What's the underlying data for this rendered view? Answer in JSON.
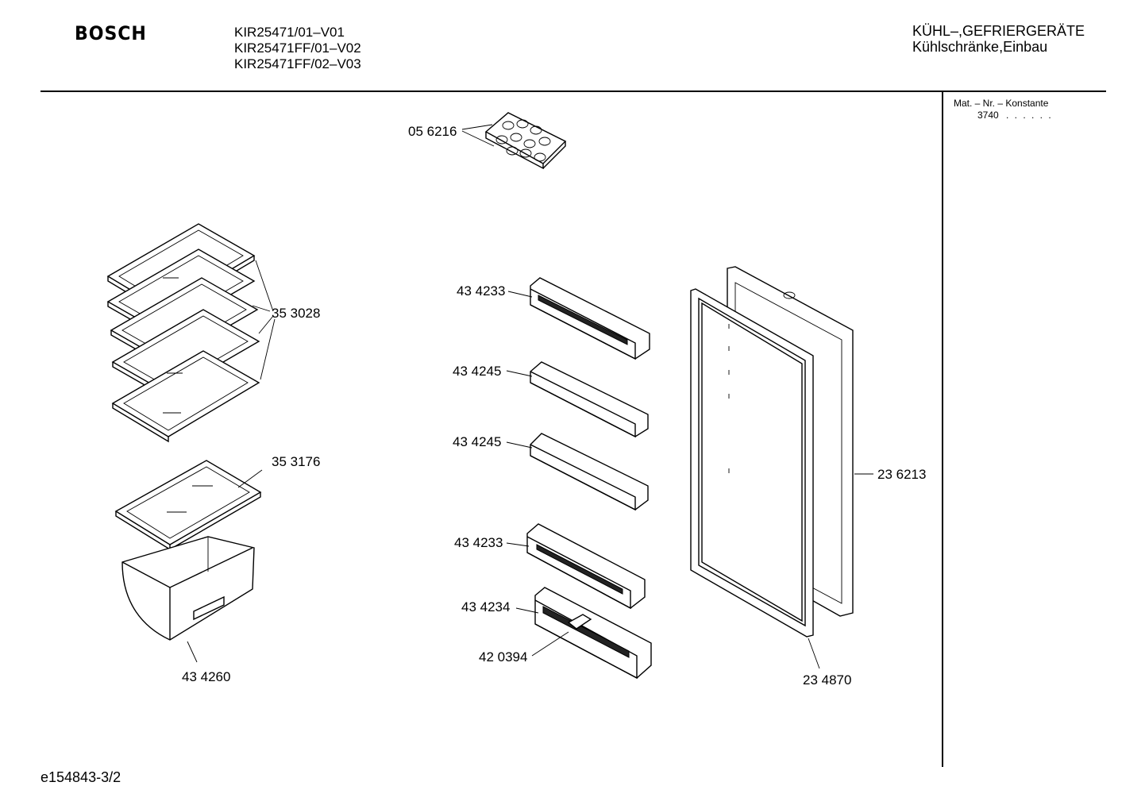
{
  "header": {
    "brand": "BOSCH",
    "models": [
      "KIR25471/01–V01",
      "KIR25471FF/01–V02",
      "KIR25471FF/02–V03"
    ],
    "category_line1": "KÜHL–,GEFRIERGERÄTE",
    "category_line2": "Kühlschränke,Einbau"
  },
  "sidebar": {
    "title": "Mat. – Nr. – Konstante",
    "value": "3740",
    "dots": ". .   . . . ."
  },
  "footer": {
    "document_id": "e154843-3/2"
  },
  "parts": {
    "egg_tray": "05 6216",
    "glass_shelf": "35 3028",
    "crisper_cover": "35 3176",
    "crisper_drawer": "43 4260",
    "door_shelf_top": "43 4233",
    "door_shelf_2": "43 4245",
    "door_shelf_3": "43 4245",
    "door_shelf_4": "43 4233",
    "bottle_shelf": "43 4234",
    "bottle_holder": "42 0394",
    "door_panel": "23 6213",
    "door_gasket": "23 4870"
  }
}
